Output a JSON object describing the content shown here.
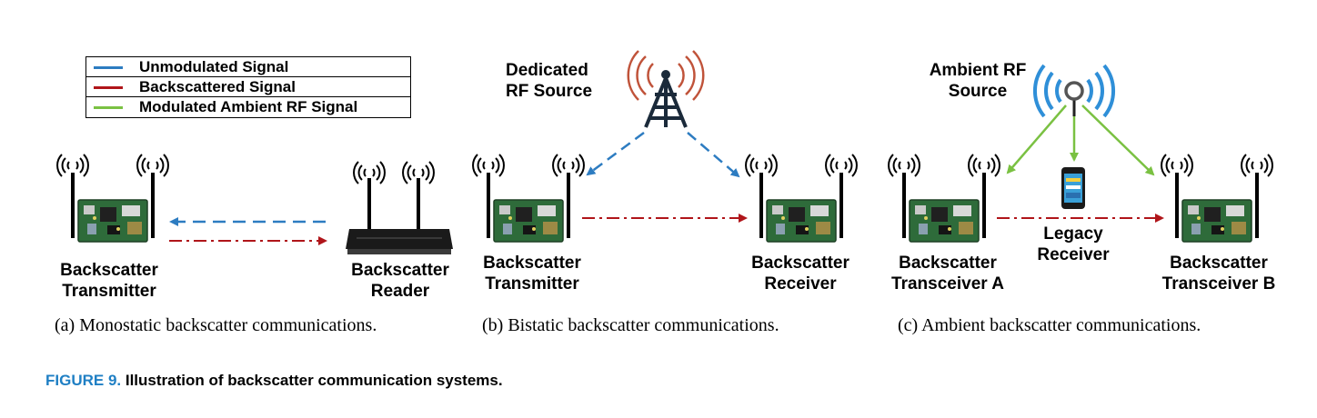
{
  "legend": {
    "unmodulated": {
      "label": "Unmodulated Signal",
      "color": "#2d7cc1"
    },
    "backscattered": {
      "label": "Backscattered Signal",
      "color": "#b0151a"
    },
    "ambient": {
      "label": "Modulated Ambient RF Signal",
      "color": "#7ac142"
    }
  },
  "panel_a": {
    "transmitter_line1": "Backscatter",
    "transmitter_line2": "Transmitter",
    "reader_line1": "Backscatter",
    "reader_line2": "Reader",
    "caption": "(a) Monostatic backscatter communications."
  },
  "panel_b": {
    "source_line1": "Dedicated",
    "source_line2": "RF Source",
    "transmitter_line1": "Backscatter",
    "transmitter_line2": "Transmitter",
    "receiver_line1": "Backscatter",
    "receiver_line2": "Receiver",
    "caption": "(b) Bistatic backscatter communications."
  },
  "panel_c": {
    "source_line1": "Ambient RF",
    "source_line2": "Source",
    "legacy_line1": "Legacy",
    "legacy_line2": "Receiver",
    "transceiver_a_line1": "Backscatter",
    "transceiver_a_line2": "Transceiver A",
    "transceiver_b_line1": "Backscatter",
    "transceiver_b_line2": "Transceiver B",
    "caption": "(c) Ambient backscatter communications."
  },
  "figure": {
    "number": "FIGURE 9.",
    "title": "Illustration of backscatter communication systems."
  },
  "colors": {
    "tower": "#1b2a3a",
    "tower_waves": "#c0533a",
    "ambient_waves": "#2f8fd8",
    "board": "#2e6b3a",
    "router": "#1a1a1a",
    "figure_accent": "#1f7fc4"
  }
}
